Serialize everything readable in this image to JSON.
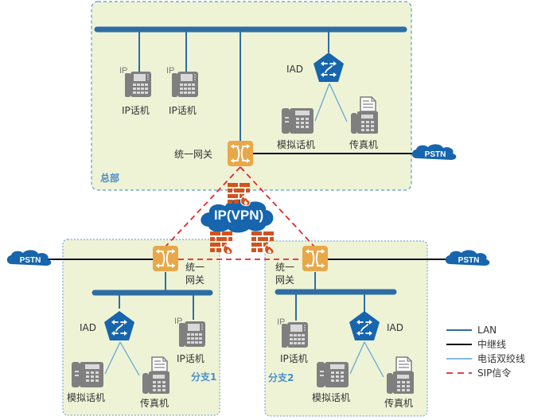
{
  "colors": {
    "lan": "#2e6da4",
    "trunk": "#111111",
    "twisted_pair": "#5aa3d8",
    "sip": "#e8262b",
    "site_fill": "#eef3d6",
    "site_border": "#5b9bd5",
    "gateway": "#e8a84a",
    "iad": "#1665ad",
    "cloud": "#1665ad",
    "firewall": "#d2521e",
    "device_gray": "#7f7f7f"
  },
  "sites": {
    "hq": {
      "name": "总部",
      "gateway_label": "统一网关",
      "iad_label": "IAD",
      "ip_phone_1": "IP话机",
      "ip_phone_2": "IP话机",
      "analog_phone": "模拟话机",
      "fax": "传真机",
      "pstn": "PSTN"
    },
    "branch1": {
      "name": "分支1",
      "gateway_label_1": "统一",
      "gateway_label_2": "网关",
      "iad_label": "IAD",
      "ip_phone": "IP话机",
      "analog_phone": "模拟话机",
      "fax": "传真机",
      "pstn": "PSTN"
    },
    "branch2": {
      "name": "分支2",
      "gateway_label_1": "统一",
      "gateway_label_2": "网关",
      "iad_label": "IAD",
      "ip_phone": "IP话机",
      "analog_phone": "模拟话机",
      "fax": "传真机",
      "pstn": "PSTN"
    }
  },
  "network": {
    "cloud_label": "IP(VPN)",
    "ip_badge": "IP"
  },
  "legend": [
    {
      "type": "lan",
      "label": "LAN"
    },
    {
      "type": "trunk",
      "label": "中继线"
    },
    {
      "type": "twisted_pair",
      "label": "电话双绞线"
    },
    {
      "type": "sip",
      "label": "SIP信令"
    }
  ]
}
